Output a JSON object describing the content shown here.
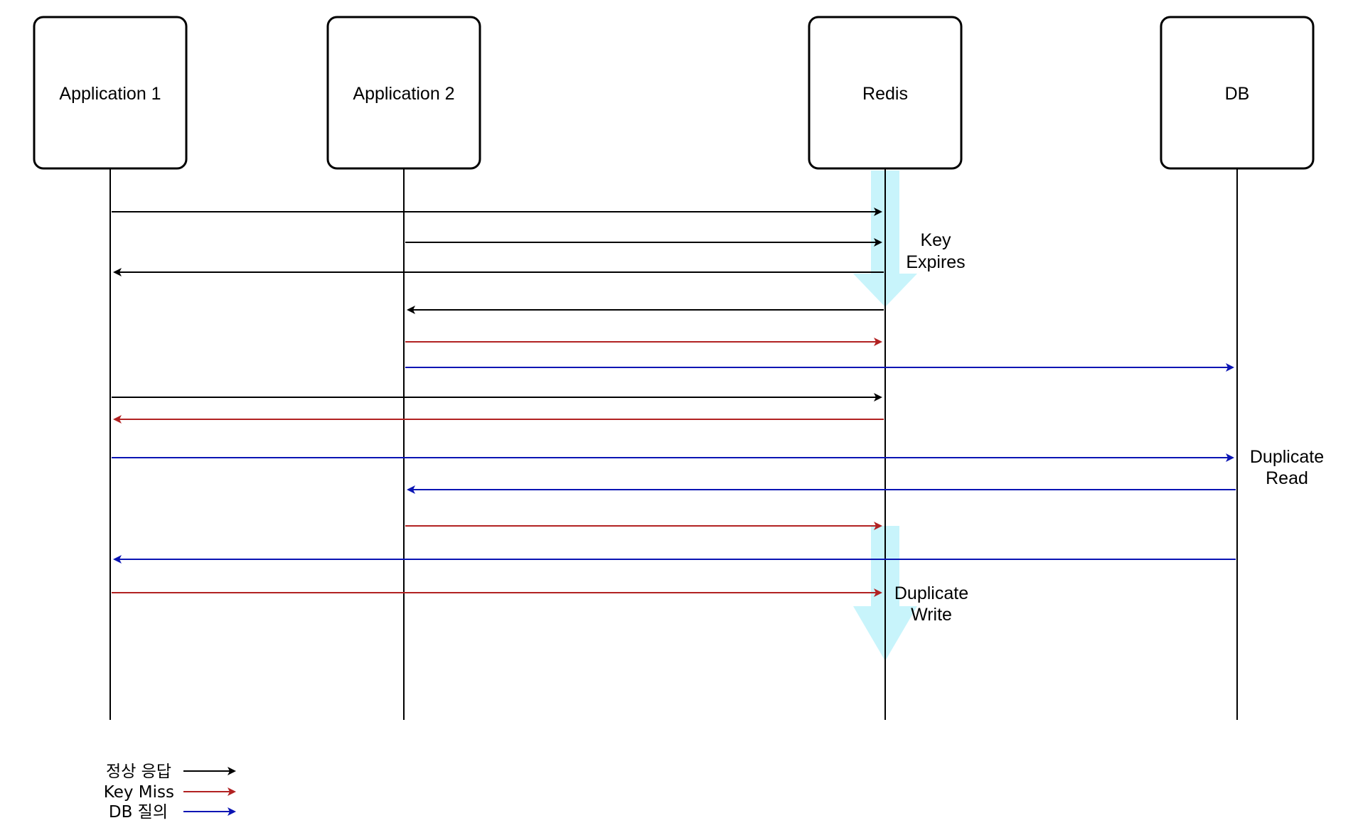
{
  "participants": [
    {
      "id": "app1",
      "label": "Application 1"
    },
    {
      "id": "app2",
      "label": "Application 2"
    },
    {
      "id": "redis",
      "label": "Redis"
    },
    {
      "id": "db",
      "label": "DB"
    }
  ],
  "annotations": {
    "key_expires": [
      "Key",
      "Expires"
    ],
    "duplicate_read": [
      "Duplicate",
      "Read"
    ],
    "duplicate_write": [
      "Duplicate",
      "Write"
    ]
  },
  "legend": [
    {
      "id": "normal",
      "label": "정상 응답",
      "color": "#000000"
    },
    {
      "id": "miss",
      "label": "Key Miss",
      "color": "#b22222"
    },
    {
      "id": "db",
      "label": "DB 질의",
      "color": "#0a14b4"
    }
  ],
  "colors": {
    "normal": "#000000",
    "miss": "#b22222",
    "db": "#0a14b4",
    "highlight": "#c8f4fb"
  },
  "messages": [
    {
      "from": "app1",
      "to": "redis",
      "type": "normal"
    },
    {
      "from": "app2",
      "to": "redis",
      "type": "normal"
    },
    {
      "from": "redis",
      "to": "app1",
      "type": "normal"
    },
    {
      "from": "redis",
      "to": "app2",
      "type": "normal"
    },
    {
      "from": "app2",
      "to": "redis",
      "type": "miss"
    },
    {
      "from": "app2",
      "to": "db",
      "type": "db"
    },
    {
      "from": "app1",
      "to": "redis",
      "type": "normal"
    },
    {
      "from": "redis",
      "to": "app1",
      "type": "miss"
    },
    {
      "from": "app1",
      "to": "db",
      "type": "db"
    },
    {
      "from": "db",
      "to": "app2",
      "type": "db"
    },
    {
      "from": "app2",
      "to": "redis",
      "type": "miss"
    },
    {
      "from": "db",
      "to": "app1",
      "type": "db"
    },
    {
      "from": "app1",
      "to": "redis",
      "type": "miss"
    }
  ]
}
